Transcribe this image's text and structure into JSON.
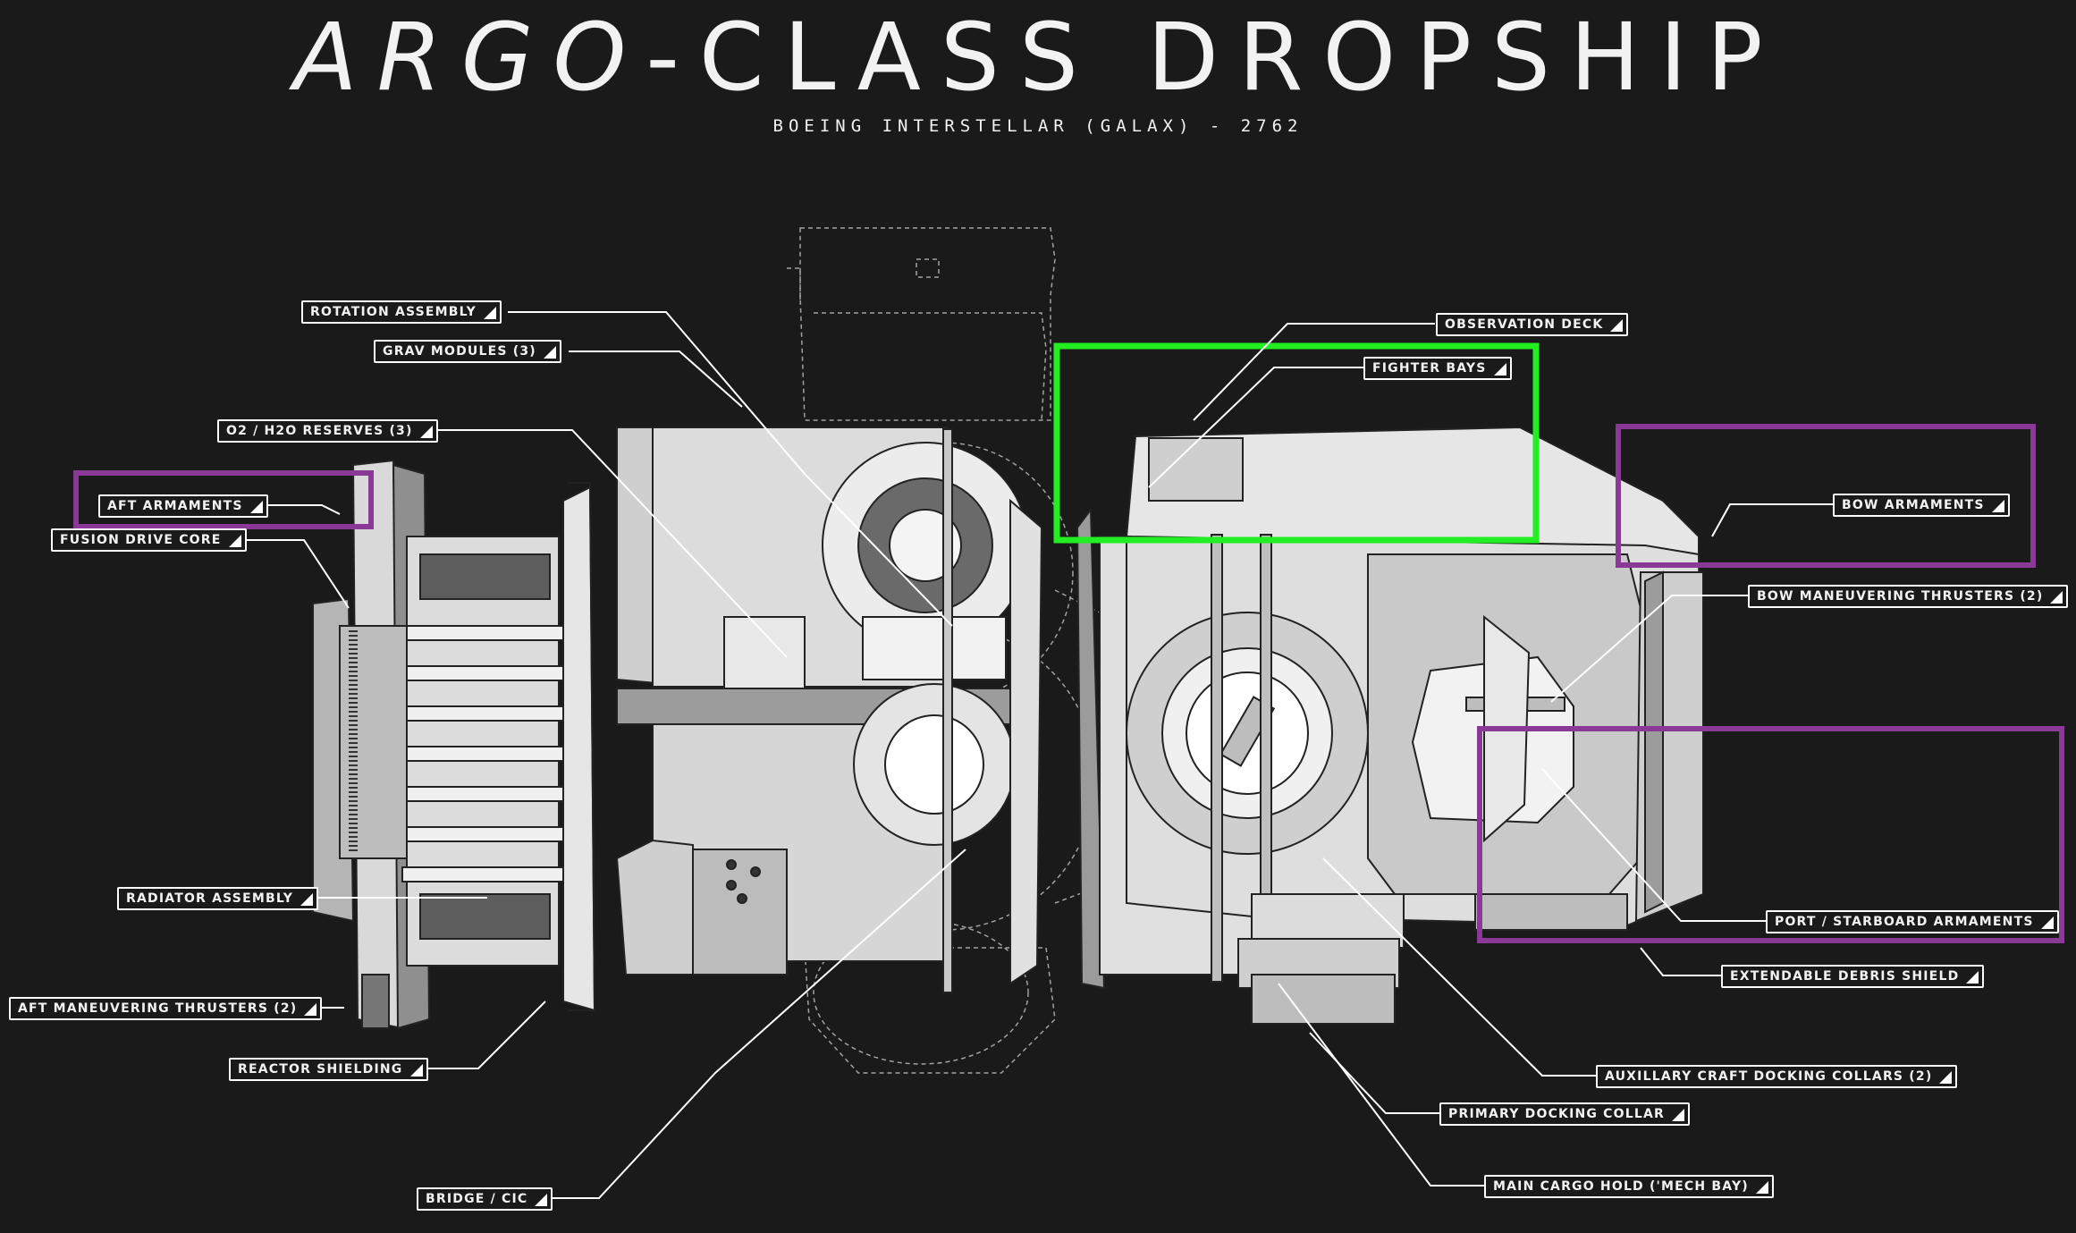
{
  "header": {
    "title_italic": "ARGO",
    "title_rest": "-CLASS DROPSHIP",
    "subtitle": "BOEING INTERSTELLAR (GALAX) - 2762"
  },
  "labels": {
    "rotation_assembly": "ROTATION ASSEMBLY",
    "grav_modules": "GRAV MODULES (3)",
    "o2_reserves": "O2 / H2O RESERVES (3)",
    "aft_armaments": "AFT ARMAMENTS",
    "fusion_drive_core": "FUSION DRIVE CORE",
    "radiator_assembly": "RADIATOR ASSEMBLY",
    "aft_thrusters": "AFT MANEUVERING THRUSTERS (2)",
    "reactor_shielding": "REACTOR SHIELDING",
    "bridge": "BRIDGE / CIC",
    "observation_deck": "OBSERVATION DECK",
    "fighter_bays": "FIGHTER BAYS",
    "bow_armaments": "BOW ARMAMENTS",
    "bow_thrusters": "BOW MANEUVERING THRUSTERS (2)",
    "port_starboard": "PORT / STARBOARD ARMAMENTS",
    "debris_shield": "EXTENDABLE DEBRIS SHIELD",
    "aux_collars": "AUXILLARY CRAFT DOCKING COLLARS (2)",
    "primary_collar": "PRIMARY DOCKING COLLAR",
    "cargo_hold": "MAIN CARGO HOLD ('MECH BAY)"
  },
  "colors": {
    "background": "#1a1a1a",
    "highlight_green": "#22ee22",
    "highlight_purple": "#8a3a96",
    "hull_light": "#dcdcdc",
    "hull_mid": "#a8a8a8",
    "hull_dark": "#555555"
  }
}
